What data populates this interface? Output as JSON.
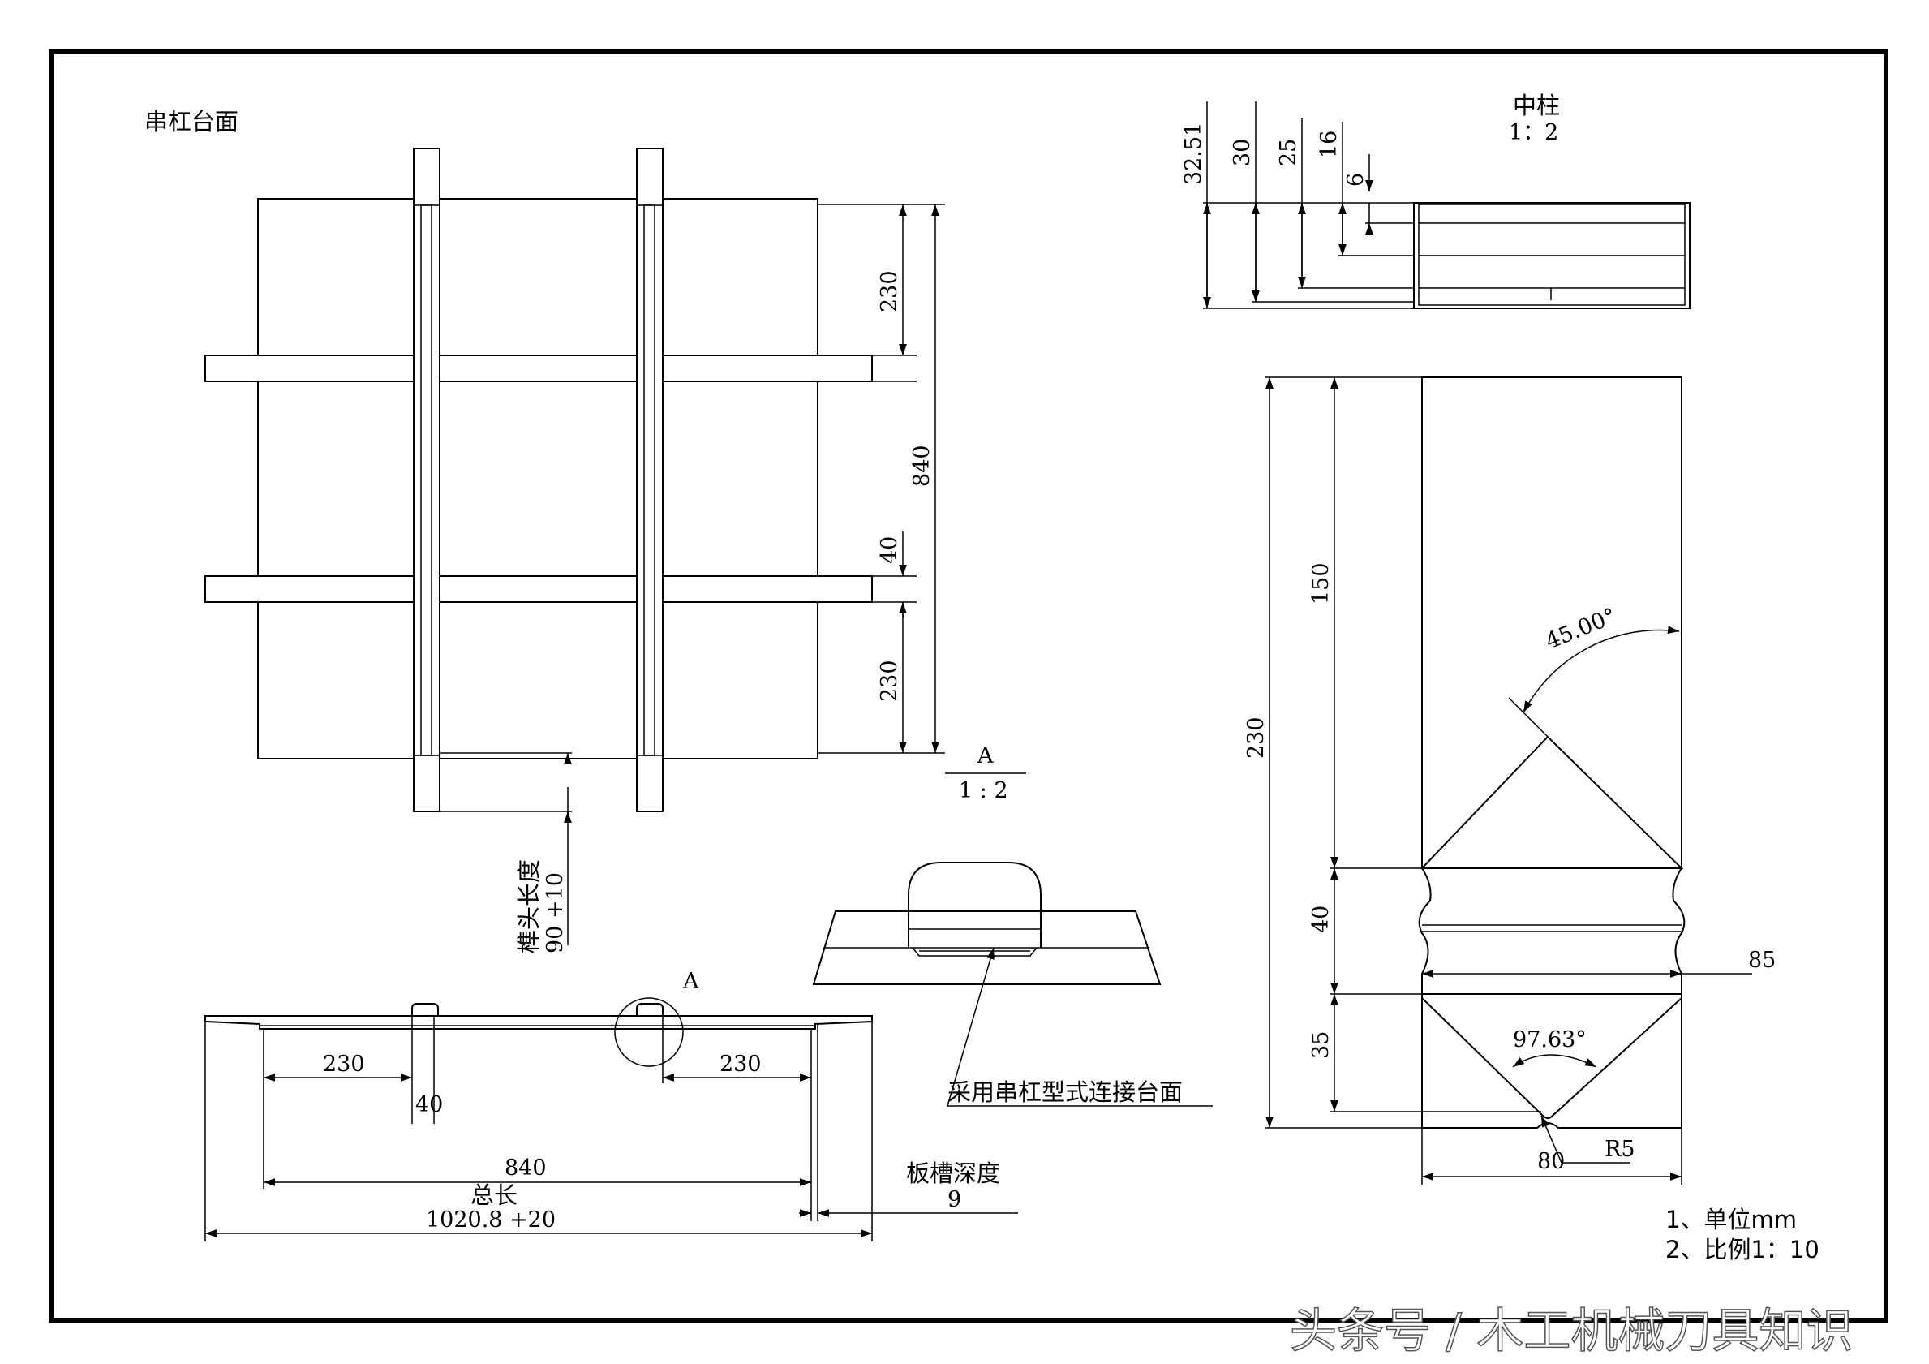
{
  "top_view": {
    "title": "串杠台面",
    "dim_top_gap": "230",
    "dim_total_width": "840",
    "dim_bar_width": "40",
    "dim_bottom_gap": "230",
    "tenon_label": "榫头长度",
    "tenon_value": "90 +10",
    "detail_label": "A",
    "detail_scale": "1 : 2"
  },
  "front_view": {
    "detail_marker": "A",
    "dim_left": "230",
    "dim_right": "230",
    "dim_bar": "40",
    "dim_span": "840",
    "total_length_label": "总长",
    "total_length_value": "1020.8 +20",
    "groove_depth_label": "板槽深度",
    "groove_depth_value": "9"
  },
  "section_detail": {
    "note": "采用串杠型式连接台面"
  },
  "center_post": {
    "title": "中柱",
    "scale": "1：2",
    "dims": [
      "32.51",
      "30",
      "25",
      "16",
      "6"
    ]
  },
  "post_profile": {
    "dim_total": "230",
    "dim_150": "150",
    "dim_40": "40",
    "dim_35": "35",
    "dim_width_85": "85",
    "dim_width_80": "80",
    "radius": "R5",
    "angle_top": "45.00°",
    "angle_bottom": "97.63°"
  },
  "notes": {
    "note1": "1、单位mm",
    "note2": "2、比例1：10"
  },
  "watermark": "头条号 / 木工机械刀具知识"
}
